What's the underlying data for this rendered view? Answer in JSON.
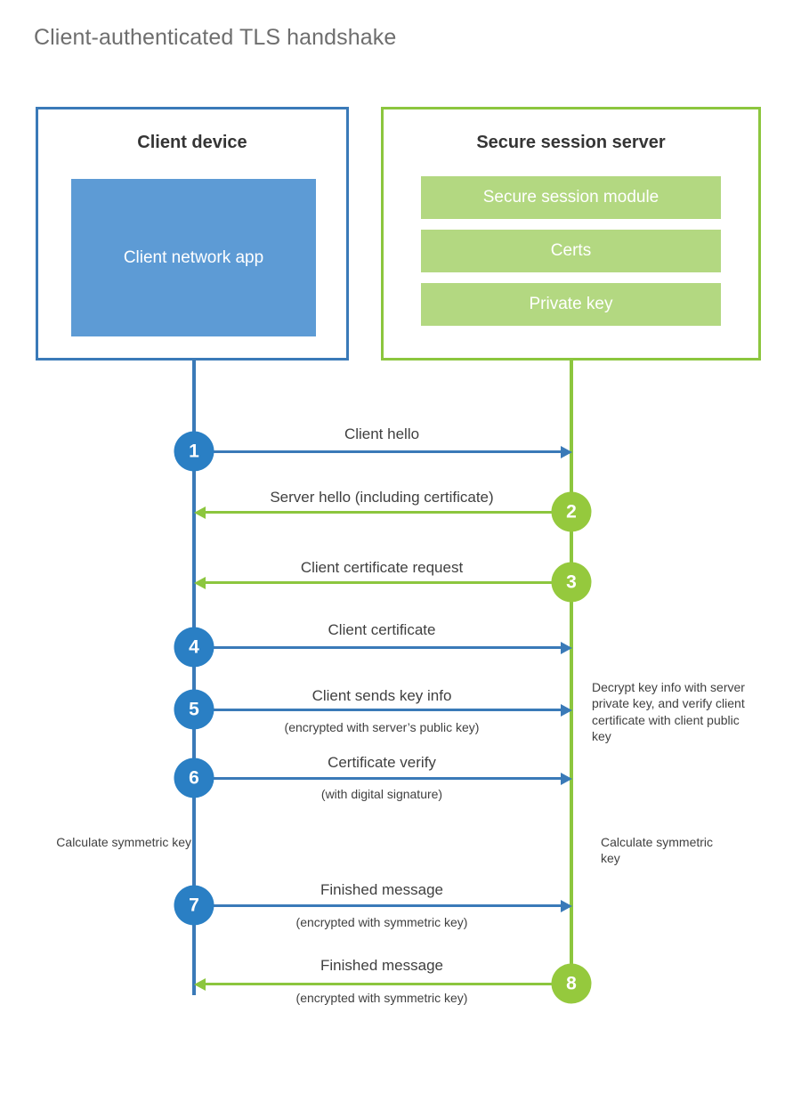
{
  "title": "Client-authenticated TLS handshake",
  "colors": {
    "client_blue": "#3a7ab8",
    "client_circle_blue": "#2a7fc4",
    "client_app_fill": "#5d9bd5",
    "server_green": "#8cc63e",
    "server_circle_green": "#95c93d",
    "server_bar_fill": "#b3d881",
    "title_gray": "#6e6e6e",
    "text_dark": "#404040",
    "background": "#ffffff"
  },
  "client": {
    "title": "Client device",
    "app_label": "Client network app"
  },
  "server": {
    "title": "Secure session server",
    "bars": [
      {
        "label": "Secure session module"
      },
      {
        "label": "Certs"
      },
      {
        "label": "Private key"
      }
    ]
  },
  "steps": [
    {
      "number": "1",
      "label": "Client hello",
      "sublabel": "",
      "direction": "client-to-server",
      "color": "blue"
    },
    {
      "number": "2",
      "label": "Server hello (including certificate)",
      "sublabel": "",
      "direction": "server-to-client",
      "color": "green"
    },
    {
      "number": "3",
      "label": "Client certificate request",
      "sublabel": "",
      "direction": "server-to-client",
      "color": "green"
    },
    {
      "number": "4",
      "label": "Client certificate",
      "sublabel": "",
      "direction": "client-to-server",
      "color": "blue"
    },
    {
      "number": "5",
      "label": "Client sends key info",
      "sublabel": "(encrypted with server’s public key)",
      "direction": "client-to-server",
      "color": "blue"
    },
    {
      "number": "6",
      "label": "Certificate verify",
      "sublabel": "(with digital signature)",
      "direction": "client-to-server",
      "color": "blue"
    },
    {
      "number": "7",
      "label": "Finished message",
      "sublabel": "(encrypted with symmetric key)",
      "direction": "client-to-server",
      "color": "blue"
    },
    {
      "number": "8",
      "label": "Finished message",
      "sublabel": "(encrypted with symmetric key)",
      "direction": "server-to-client",
      "color": "green"
    }
  ],
  "notes": {
    "server_decrypt": "Decrypt key info with server private key, and verify client certificate with client public key",
    "client_calculate": "Calculate symmetric key",
    "server_calculate": "Calculate symmetric key"
  }
}
